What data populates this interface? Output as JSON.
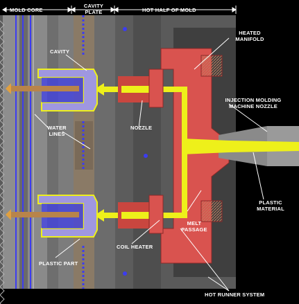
{
  "header": {
    "mold_core": "MOLD CORE",
    "cavity_plate_line1": "CAVITY",
    "cavity_plate_line2": "PLATE",
    "hot_half": "HOT HALF OF MOLD"
  },
  "labels": {
    "heated_manifold_line1": "HEATED",
    "heated_manifold_line2": "MANIFOLD",
    "cavity": "CAVITY",
    "injection_nozzle_line1": "INJECTION MOLDING",
    "injection_nozzle_line2": "MACHINE NOZZLE",
    "water_lines_line1": "WATER",
    "water_lines_line2": "LINES",
    "nozzle": "NOZZLE",
    "plastic_material_line1": "PLASTIC",
    "plastic_material_line2": "MATERIAL",
    "melt_passage_line1": "MELT",
    "melt_passage_line2": "PASSAGE",
    "coil_heater": "COIL HEATER",
    "plastic_part": "PLASTIC PART",
    "hot_runner_system": "HOT RUNNER SYSTEM"
  },
  "colors": {
    "manifold_red": "#d9534f",
    "melt_yellow": "#eef01a",
    "cavity_purple": "#9f97e0",
    "water_blue": "#3c3cf0",
    "plate_gray": "#737373",
    "background": "#000000"
  }
}
